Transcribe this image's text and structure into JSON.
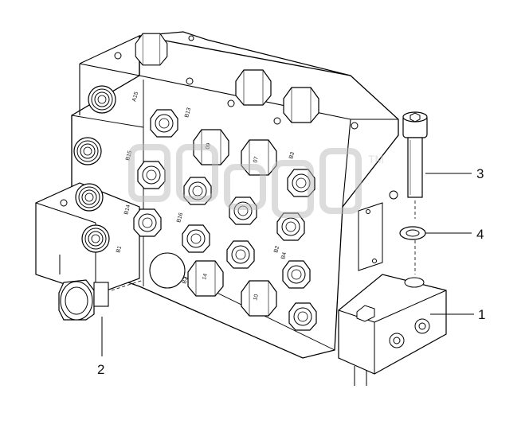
{
  "watermark": {
    "trademark": "TM"
  },
  "callouts": [
    {
      "id": "1",
      "text": "1"
    },
    {
      "id": "2",
      "text": "2"
    },
    {
      "id": "3",
      "text": "3"
    },
    {
      "id": "4",
      "text": "4"
    }
  ],
  "port_labels": {
    "b16": "B16",
    "b15": "B15",
    "b14": "B14",
    "b13": "B13",
    "b1": "B1",
    "b2": "B2",
    "b3": "B3",
    "b4": "B4",
    "a15": "A15",
    "v09": "09",
    "v07": "07",
    "v14": "14",
    "v10": "10",
    "b1_right": "B3"
  }
}
